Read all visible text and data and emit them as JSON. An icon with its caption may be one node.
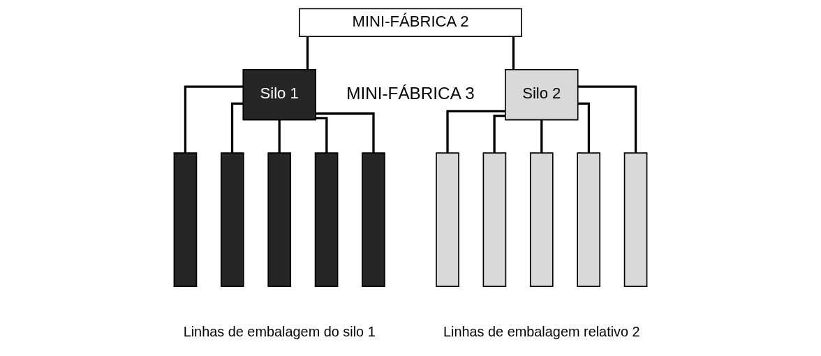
{
  "diagram": {
    "nodes": [
      {
        "text": [
          "MINI-FÁBRICA 2"
        ]
      },
      {
        "text": [
          "Silo 1"
        ]
      },
      {
        "text": [
          "Silo 2"
        ]
      },
      {
        "text": [],
        "shape": "bar"
      },
      {
        "text": [],
        "shape": "bar"
      },
      {
        "text": [],
        "shape": "bar"
      },
      {
        "text": [],
        "shape": "bar"
      },
      {
        "text": [],
        "shape": "bar"
      },
      {
        "text": [],
        "shape": "bar"
      },
      {
        "text": [],
        "shape": "bar"
      },
      {
        "text": [],
        "shape": "bar"
      },
      {
        "text": [],
        "shape": "bar"
      },
      {
        "text": [],
        "shape": "bar"
      }
    ],
    "edges": [
      {
        "from": 0,
        "to": 1,
        "arrow": "none"
      },
      {
        "from": 0,
        "to": 2,
        "arrow": "none"
      },
      {
        "from": 1,
        "to": 3,
        "arrow": "none"
      },
      {
        "from": 1,
        "to": 4,
        "arrow": "none"
      },
      {
        "from": 1,
        "to": 5,
        "arrow": "none"
      },
      {
        "from": 1,
        "to": 6,
        "arrow": "none"
      },
      {
        "from": 1,
        "to": 7,
        "arrow": "none"
      },
      {
        "from": 2,
        "to": 8,
        "arrow": "none"
      },
      {
        "from": 2,
        "to": 9,
        "arrow": "none"
      },
      {
        "from": 2,
        "to": 10,
        "arrow": "none"
      },
      {
        "from": 2,
        "to": 11,
        "arrow": "none"
      },
      {
        "from": 2,
        "to": 12,
        "arrow": "none"
      }
    ],
    "labels": [
      "MINI-FÁBRICA 3",
      "Linhas de embalagem do silo 1",
      "Linhas de embalagem relativo 2"
    ]
  }
}
